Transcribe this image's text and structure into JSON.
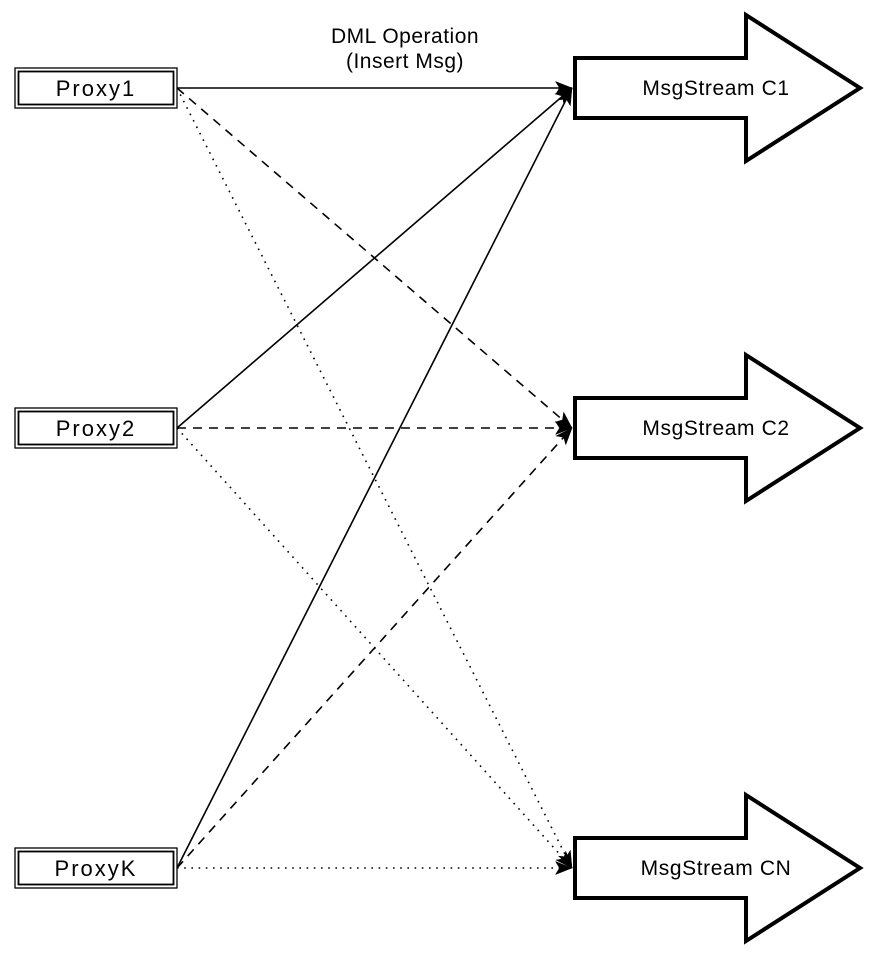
{
  "diagram": {
    "title": {
      "line1": "DML Operation",
      "line2": "(Insert Msg)"
    },
    "colors": {
      "background": "#ffffff",
      "stroke": "#000000",
      "shape_fill": "#ffffff"
    },
    "proxies": [
      {
        "label": "Proxy1"
      },
      {
        "label": "Proxy2"
      },
      {
        "label": "ProxyK"
      }
    ],
    "streams": [
      {
        "label": "MsgStream C1"
      },
      {
        "label": "MsgStream C2"
      },
      {
        "label": "MsgStream CN"
      }
    ],
    "edges": [
      {
        "from": "Proxy1",
        "to": "MsgStream C1",
        "line_style": "solid"
      },
      {
        "from": "Proxy1",
        "to": "MsgStream C2",
        "line_style": "dashed"
      },
      {
        "from": "Proxy1",
        "to": "MsgStream CN",
        "line_style": "dotted"
      },
      {
        "from": "Proxy2",
        "to": "MsgStream C1",
        "line_style": "solid"
      },
      {
        "from": "Proxy2",
        "to": "MsgStream C2",
        "line_style": "dashed"
      },
      {
        "from": "Proxy2",
        "to": "MsgStream CN",
        "line_style": "dotted"
      },
      {
        "from": "ProxyK",
        "to": "MsgStream C1",
        "line_style": "solid"
      },
      {
        "from": "ProxyK",
        "to": "MsgStream C2",
        "line_style": "dashed"
      },
      {
        "from": "ProxyK",
        "to": "MsgStream CN",
        "line_style": "dotted"
      }
    ]
  }
}
